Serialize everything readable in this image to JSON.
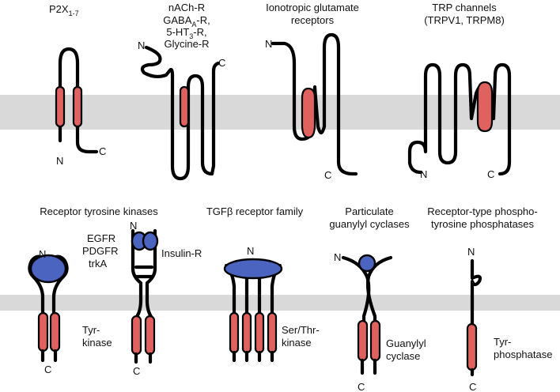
{
  "colors": {
    "membrane": "#d9d9d9",
    "helix": "#e0625f",
    "domain": "#4a64c0",
    "strand": "#000000"
  },
  "labels": {
    "p2x": "P2X",
    "p2x_sub": "1-7",
    "nach_1": "nACh-R",
    "nach_2a": "GABA",
    "nach_2sub": "A",
    "nach_2b": "-R,",
    "nach_3a": "5-HT",
    "nach_3sub": "3",
    "nach_3b": "-R,",
    "nach_4": "Glycine-R",
    "iglu_1": "Ionotropic glutamate",
    "iglu_2": "receptors",
    "trp_1": "TRP channels",
    "trp_2": "(TRPV1, TRPM8)",
    "rtk": "Receptor tyrosine kinases",
    "rtk_list_1": "EGFR",
    "rtk_list_2": "PDGFR",
    "rtk_list_3": "trkA",
    "insulin": "Insulin-R",
    "tyr_kinase_1": "Tyr-",
    "tyr_kinase_2": "kinase",
    "tgf": "TGFβ receptor family",
    "ser_thr_1": "Ser/Thr-",
    "ser_thr_2": "kinase",
    "gc_1": "Particulate",
    "gc_2": "guanylyl cyclases",
    "guanylyl_1": "Guanylyl",
    "guanylyl_2": "cyclase",
    "ptp_1": "Receptor-type phospho-",
    "ptp_2": "tyrosine phosphatases",
    "phosphatase_1": "Tyr-",
    "phosphatase_2": "phosphatase",
    "n": "N",
    "c": "C"
  }
}
